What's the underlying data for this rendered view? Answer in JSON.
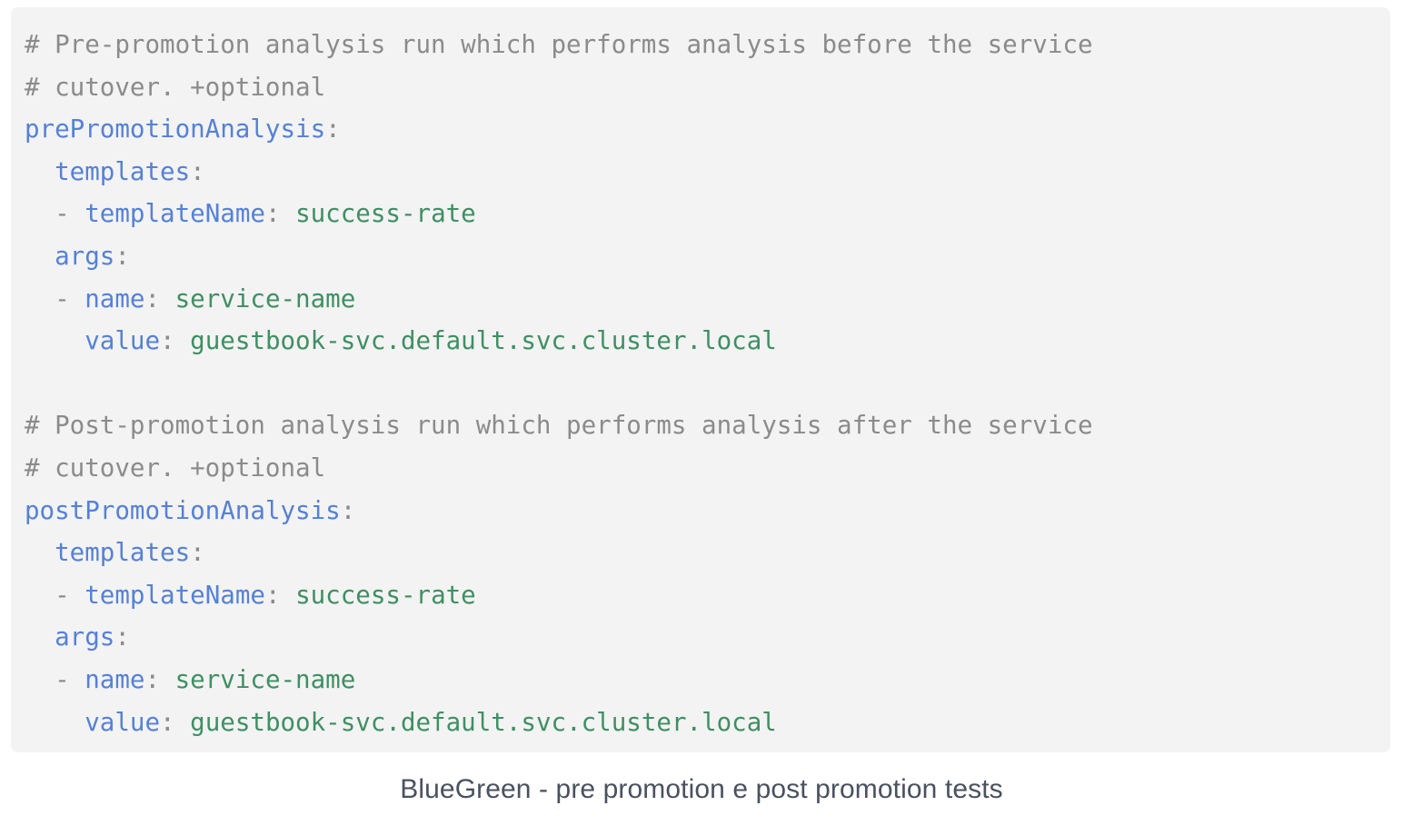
{
  "figure": {
    "caption": "BlueGreen - pre promotion e post promotion tests",
    "caption_color": "#4a515f",
    "background_color": "#ffffff"
  },
  "code_block": {
    "background_color": "#f3f3f3",
    "language": "yaml",
    "colors": {
      "comment": "#8b8b8b",
      "key": "#5581d6",
      "value": "#3f8f63",
      "punctuation": "#8b8b8b"
    },
    "lines": [
      {
        "id": "line-1",
        "kind": "comment",
        "indent": 0,
        "tokens": [
          {
            "type": "comment",
            "text": "# Pre-promotion analysis run which performs analysis before the service"
          }
        ]
      },
      {
        "id": "line-2",
        "kind": "comment",
        "indent": 0,
        "tokens": [
          {
            "type": "comment",
            "text": "# cutover. +optional"
          }
        ]
      },
      {
        "id": "line-3",
        "kind": "mapping",
        "indent": 0,
        "tokens": [
          {
            "type": "key",
            "text": "prePromotionAnalysis"
          },
          {
            "type": "punct",
            "text": ":"
          }
        ]
      },
      {
        "id": "line-4",
        "kind": "mapping",
        "indent": 2,
        "tokens": [
          {
            "type": "plain",
            "text": "  "
          },
          {
            "type": "key",
            "text": "templates"
          },
          {
            "type": "punct",
            "text": ":"
          }
        ]
      },
      {
        "id": "line-5",
        "kind": "sequence",
        "indent": 2,
        "tokens": [
          {
            "type": "plain",
            "text": "  "
          },
          {
            "type": "dash",
            "text": "- "
          },
          {
            "type": "key",
            "text": "templateName"
          },
          {
            "type": "punct",
            "text": ": "
          },
          {
            "type": "value",
            "text": "success-rate"
          }
        ]
      },
      {
        "id": "line-6",
        "kind": "mapping",
        "indent": 2,
        "tokens": [
          {
            "type": "plain",
            "text": "  "
          },
          {
            "type": "key",
            "text": "args"
          },
          {
            "type": "punct",
            "text": ":"
          }
        ]
      },
      {
        "id": "line-7",
        "kind": "sequence",
        "indent": 2,
        "tokens": [
          {
            "type": "plain",
            "text": "  "
          },
          {
            "type": "dash",
            "text": "- "
          },
          {
            "type": "key",
            "text": "name"
          },
          {
            "type": "punct",
            "text": ": "
          },
          {
            "type": "value",
            "text": "service-name"
          }
        ]
      },
      {
        "id": "line-8",
        "kind": "mapping",
        "indent": 4,
        "tokens": [
          {
            "type": "plain",
            "text": "    "
          },
          {
            "type": "key",
            "text": "value"
          },
          {
            "type": "punct",
            "text": ": "
          },
          {
            "type": "value",
            "text": "guestbook-svc.default.svc.cluster.local"
          }
        ]
      },
      {
        "id": "line-9",
        "kind": "blank",
        "indent": 0,
        "tokens": []
      },
      {
        "id": "line-10",
        "kind": "comment",
        "indent": 0,
        "tokens": [
          {
            "type": "comment",
            "text": "# Post-promotion analysis run which performs analysis after the service"
          }
        ]
      },
      {
        "id": "line-11",
        "kind": "comment",
        "indent": 0,
        "tokens": [
          {
            "type": "comment",
            "text": "# cutover. +optional"
          }
        ]
      },
      {
        "id": "line-12",
        "kind": "mapping",
        "indent": 0,
        "tokens": [
          {
            "type": "key",
            "text": "postPromotionAnalysis"
          },
          {
            "type": "punct",
            "text": ":"
          }
        ]
      },
      {
        "id": "line-13",
        "kind": "mapping",
        "indent": 2,
        "tokens": [
          {
            "type": "plain",
            "text": "  "
          },
          {
            "type": "key",
            "text": "templates"
          },
          {
            "type": "punct",
            "text": ":"
          }
        ]
      },
      {
        "id": "line-14",
        "kind": "sequence",
        "indent": 2,
        "tokens": [
          {
            "type": "plain",
            "text": "  "
          },
          {
            "type": "dash",
            "text": "- "
          },
          {
            "type": "key",
            "text": "templateName"
          },
          {
            "type": "punct",
            "text": ": "
          },
          {
            "type": "value",
            "text": "success-rate"
          }
        ]
      },
      {
        "id": "line-15",
        "kind": "mapping",
        "indent": 2,
        "tokens": [
          {
            "type": "plain",
            "text": "  "
          },
          {
            "type": "key",
            "text": "args"
          },
          {
            "type": "punct",
            "text": ":"
          }
        ]
      },
      {
        "id": "line-16",
        "kind": "sequence",
        "indent": 2,
        "tokens": [
          {
            "type": "plain",
            "text": "  "
          },
          {
            "type": "dash",
            "text": "- "
          },
          {
            "type": "key",
            "text": "name"
          },
          {
            "type": "punct",
            "text": ": "
          },
          {
            "type": "value",
            "text": "service-name"
          }
        ]
      },
      {
        "id": "line-17",
        "kind": "mapping",
        "indent": 4,
        "tokens": [
          {
            "type": "plain",
            "text": "    "
          },
          {
            "type": "key",
            "text": "value"
          },
          {
            "type": "punct",
            "text": ": "
          },
          {
            "type": "value",
            "text": "guestbook-svc.default.svc.cluster.local"
          }
        ]
      }
    ]
  }
}
